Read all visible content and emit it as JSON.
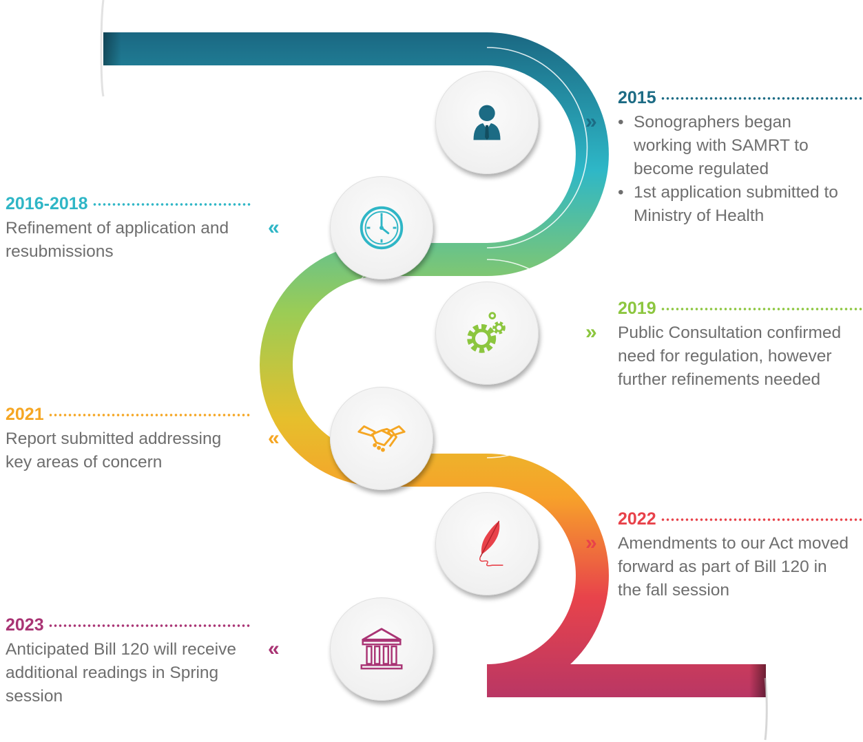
{
  "colors": {
    "teal_dark": "#1c6b84",
    "teal": "#2fb6c6",
    "green": "#8cc63f",
    "amber": "#f5a623",
    "red": "#e8424a",
    "magenta": "#a93474",
    "text_gray": "#6e6e6e"
  },
  "milestones": [
    {
      "year": "2015",
      "items": [
        "Sonographers began working with SAMRT to become regulated",
        "1st application submitted to Ministry of Health"
      ],
      "icon": "person-icon"
    },
    {
      "year": "2016-2018",
      "text": "Refinement of application and resubmissions",
      "icon": "clock-icon"
    },
    {
      "year": "2019",
      "text": "Public Consultation confirmed need for regulation, however further refinements needed",
      "icon": "gears-icon"
    },
    {
      "year": "2021",
      "text": "Report submitted addressing key areas of concern",
      "icon": "handshake-icon"
    },
    {
      "year": "2022",
      "text": "Amendments to our Act moved forward as part of Bill 120 in the fall session",
      "icon": "quill-icon"
    },
    {
      "year": "2023",
      "text": "Anticipated Bill 120 will receive additional readings in Spring session",
      "icon": "courthouse-icon"
    }
  ]
}
